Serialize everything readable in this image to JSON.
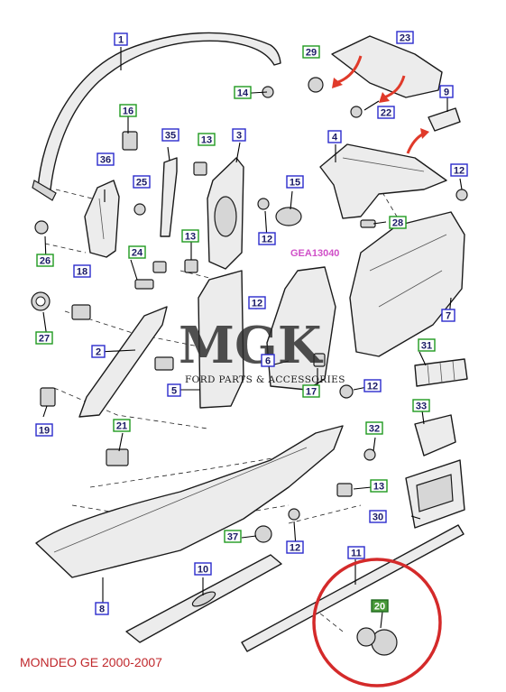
{
  "diagram": {
    "model_caption": "MONDEO GE 2000-2007",
    "reference_code": "GEA13040",
    "watermark": {
      "logo": "MGK",
      "subtitle": "FORD PARTS & ACCESSORIES"
    },
    "callouts": [
      {
        "id": "1",
        "style": "blue"
      },
      {
        "id": "2",
        "style": "blue"
      },
      {
        "id": "3",
        "style": "blue"
      },
      {
        "id": "4",
        "style": "blue"
      },
      {
        "id": "5",
        "style": "blue"
      },
      {
        "id": "6",
        "style": "blue"
      },
      {
        "id": "7",
        "style": "blue"
      },
      {
        "id": "8",
        "style": "blue"
      },
      {
        "id": "9",
        "style": "blue"
      },
      {
        "id": "10",
        "style": "blue"
      },
      {
        "id": "11",
        "style": "blue"
      },
      {
        "id": "12",
        "style": "blue"
      },
      {
        "id": "13",
        "style": "green"
      },
      {
        "id": "14",
        "style": "green"
      },
      {
        "id": "15",
        "style": "blue"
      },
      {
        "id": "16",
        "style": "green"
      },
      {
        "id": "17",
        "style": "green"
      },
      {
        "id": "18",
        "style": "blue"
      },
      {
        "id": "19",
        "style": "blue"
      },
      {
        "id": "20",
        "style": "filled"
      },
      {
        "id": "21",
        "style": "green"
      },
      {
        "id": "22",
        "style": "blue"
      },
      {
        "id": "23",
        "style": "blue"
      },
      {
        "id": "24",
        "style": "green"
      },
      {
        "id": "25",
        "style": "blue"
      },
      {
        "id": "26",
        "style": "green"
      },
      {
        "id": "27",
        "style": "green"
      },
      {
        "id": "28",
        "style": "green"
      },
      {
        "id": "29",
        "style": "green"
      },
      {
        "id": "30",
        "style": "blue"
      },
      {
        "id": "31",
        "style": "green"
      },
      {
        "id": "32",
        "style": "green"
      },
      {
        "id": "33",
        "style": "green"
      },
      {
        "id": "35",
        "style": "blue"
      },
      {
        "id": "36",
        "style": "blue"
      },
      {
        "id": "37",
        "style": "green"
      }
    ],
    "highlight": {
      "color": "#d42a2a",
      "target": "20"
    },
    "colors": {
      "blue_tag": "#2b2bcc",
      "green_tag": "#1f9a1f",
      "filled_tag": "#4a9a3a",
      "caption": "#c0282c",
      "code": "#d050c8",
      "arrow": "#e03a2a"
    }
  }
}
